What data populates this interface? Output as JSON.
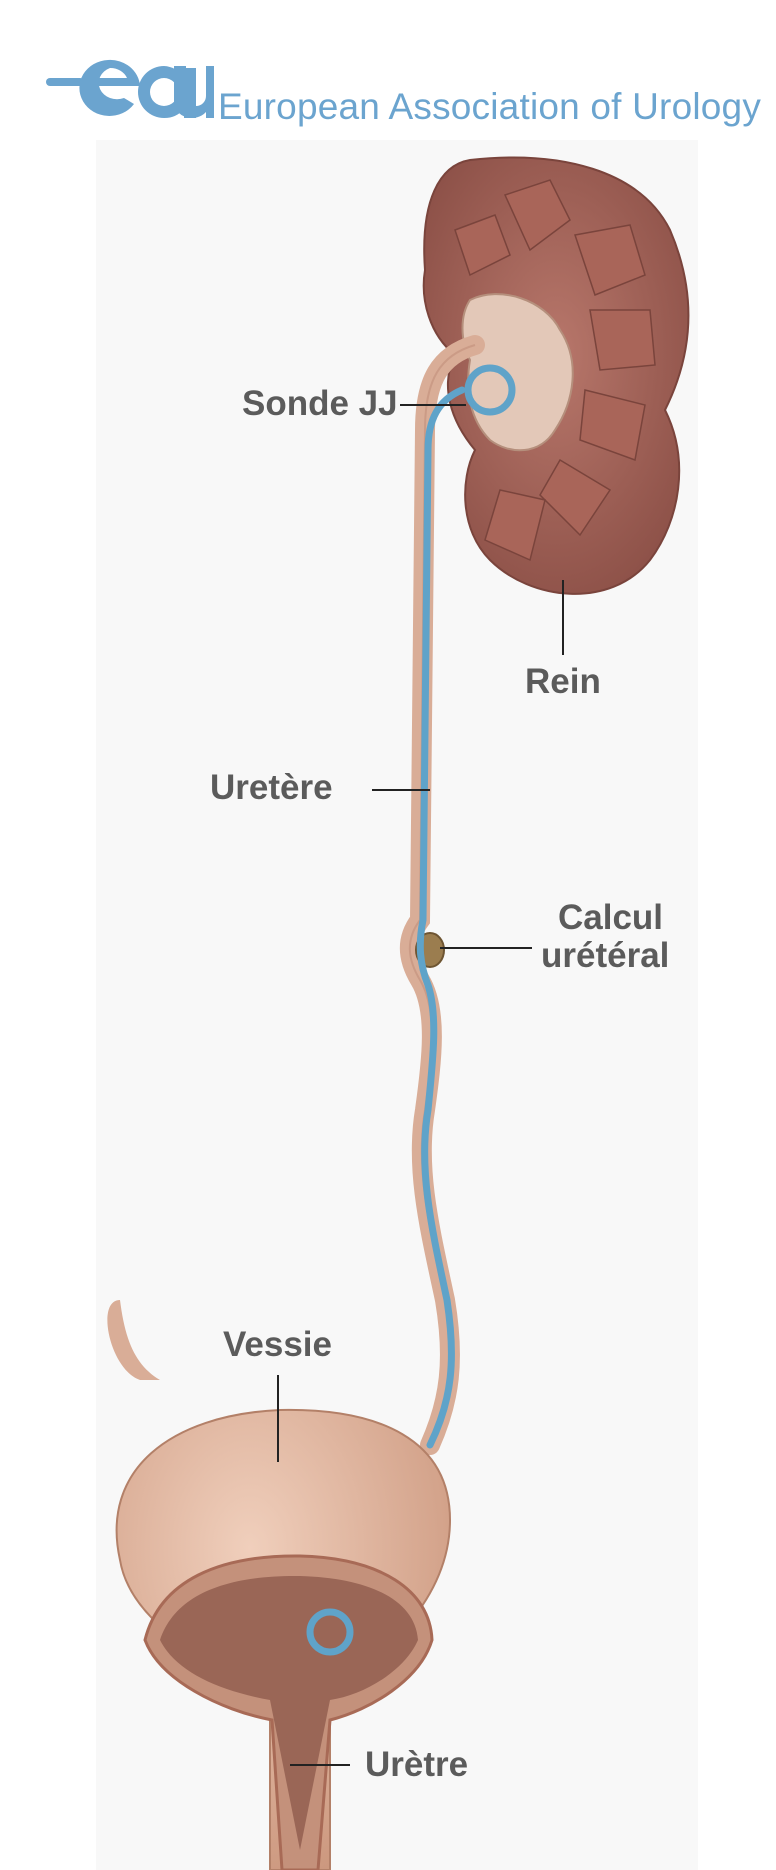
{
  "header": {
    "org_name": "European Association of Urology"
  },
  "labels": {
    "sonde_jj": "Sonde JJ",
    "rein": "Rein",
    "uretere": "Uretère",
    "calcul_line1": "Calcul",
    "calcul_line2": "urétéral",
    "vessie": "Vessie",
    "uretre": "Urètre"
  },
  "colors": {
    "brand_blue": "#6ba4cf",
    "stent_blue": "#5fa3c9",
    "kidney": "#9d5f55",
    "tissue": "#d9ad97",
    "label_text": "#5b5b5b"
  }
}
